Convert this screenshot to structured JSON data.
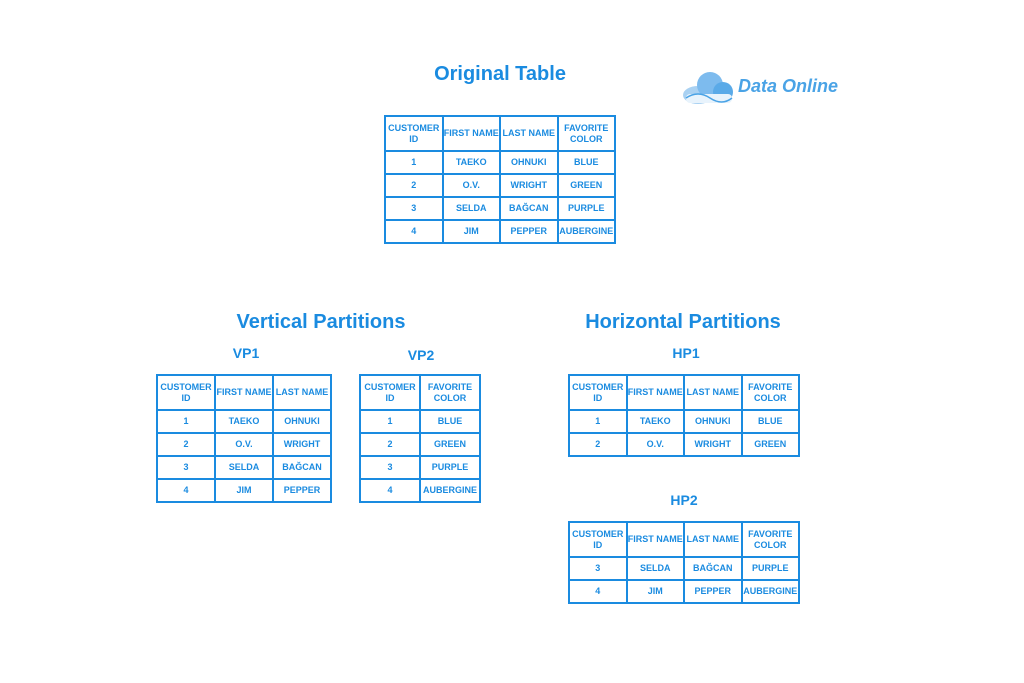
{
  "titles": {
    "original": "Original Table",
    "vertical": "Vertical Partitions",
    "horizontal": "Horizontal Partitions"
  },
  "subtitles": {
    "vp1": "VP1",
    "vp2": "VP2",
    "hp1": "HP1",
    "hp2": "HP2"
  },
  "logo": {
    "text": "Data Online",
    "icon": "cloud-icon",
    "color": "#4aa3e6"
  },
  "accent_color": "#1a8be0",
  "tables": {
    "original": {
      "headers": [
        "CUSTOMER ID",
        "FIRST NAME",
        "LAST NAME",
        "FAVORITE COLOR"
      ],
      "rows": [
        [
          "1",
          "TAEKO",
          "OHNUKI",
          "BLUE"
        ],
        [
          "2",
          "O.V.",
          "WRIGHT",
          "GREEN"
        ],
        [
          "3",
          "SELDA",
          "BAĞCAN",
          "PURPLE"
        ],
        [
          "4",
          "JIM",
          "PEPPER",
          "AUBERGINE"
        ]
      ]
    },
    "vp1": {
      "headers": [
        "CUSTOMER ID",
        "FIRST NAME",
        "LAST NAME"
      ],
      "rows": [
        [
          "1",
          "TAEKO",
          "OHNUKI"
        ],
        [
          "2",
          "O.V.",
          "WRIGHT"
        ],
        [
          "3",
          "SELDA",
          "BAĞCAN"
        ],
        [
          "4",
          "JIM",
          "PEPPER"
        ]
      ]
    },
    "vp2": {
      "headers": [
        "CUSTOMER ID",
        "FAVORITE COLOR"
      ],
      "rows": [
        [
          "1",
          "BLUE"
        ],
        [
          "2",
          "GREEN"
        ],
        [
          "3",
          "PURPLE"
        ],
        [
          "4",
          "AUBERGINE"
        ]
      ]
    },
    "hp1": {
      "headers": [
        "CUSTOMER ID",
        "FIRST NAME",
        "LAST NAME",
        "FAVORITE COLOR"
      ],
      "rows": [
        [
          "1",
          "TAEKO",
          "OHNUKI",
          "BLUE"
        ],
        [
          "2",
          "O.V.",
          "WRIGHT",
          "GREEN"
        ]
      ]
    },
    "hp2": {
      "headers": [
        "CUSTOMER ID",
        "FIRST NAME",
        "LAST NAME",
        "FAVORITE COLOR"
      ],
      "rows": [
        [
          "3",
          "SELDA",
          "BAĞCAN",
          "PURPLE"
        ],
        [
          "4",
          "JIM",
          "PEPPER",
          "AUBERGINE"
        ]
      ]
    }
  }
}
